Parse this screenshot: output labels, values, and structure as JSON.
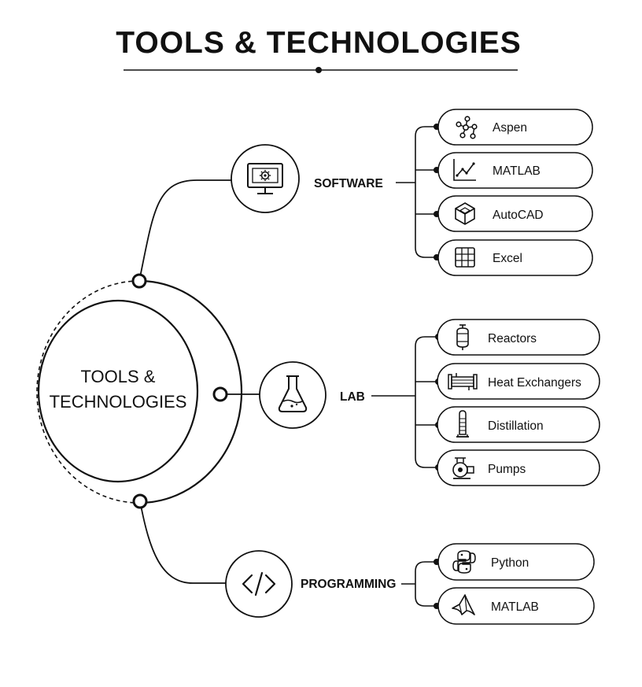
{
  "title": "TOOLS & TECHNOLOGIES",
  "center": {
    "line1": "TOOLS &",
    "line2": "TECHNOLOGIES"
  },
  "branches": [
    {
      "label": "SOFTWARE",
      "icon": "monitor-gear-icon",
      "items": [
        {
          "label": "Aspen",
          "icon": "molecule-network-icon"
        },
        {
          "label": "MATLAB",
          "icon": "line-chart-icon"
        },
        {
          "label": "AutoCAD",
          "icon": "cube-icon"
        },
        {
          "label": "Excel",
          "icon": "spreadsheet-grid-icon"
        }
      ]
    },
    {
      "label": "LAB",
      "icon": "flask-icon",
      "items": [
        {
          "label": "Reactors",
          "icon": "reactor-vessel-icon"
        },
        {
          "label": "Heat Exchangers",
          "icon": "heat-exchanger-icon"
        },
        {
          "label": "Distillation",
          "icon": "distillation-column-icon"
        },
        {
          "label": "Pumps",
          "icon": "pump-icon"
        }
      ]
    },
    {
      "label": "PROGRAMMING",
      "icon": "code-brackets-icon",
      "items": [
        {
          "label": "Python",
          "icon": "python-logo-icon"
        },
        {
          "label": "MATLAB",
          "icon": "matlab-logo-icon"
        }
      ]
    }
  ],
  "colors": {
    "ink": "#111111",
    "background": "#ffffff"
  }
}
